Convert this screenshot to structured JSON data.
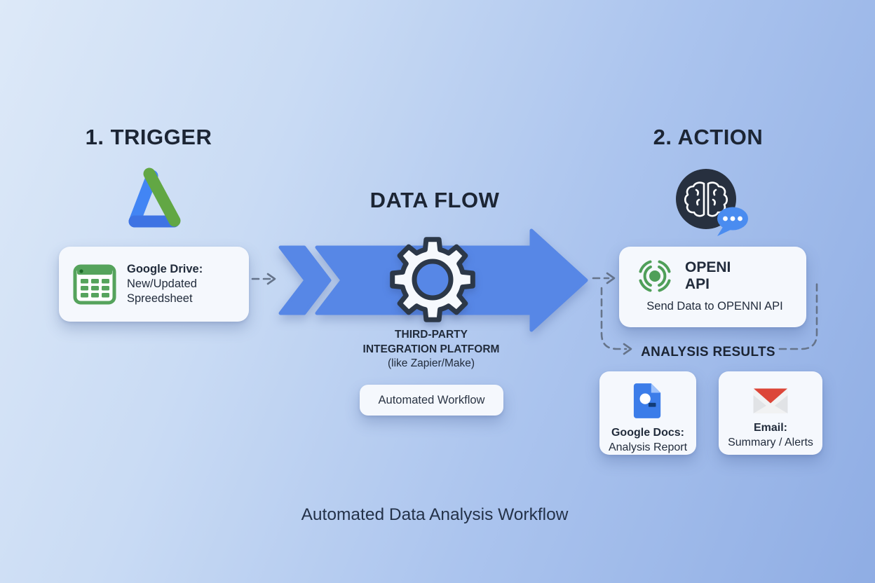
{
  "page": {
    "caption": "Automated Data Analysis Workflow"
  },
  "trigger": {
    "heading": "1. TRIGGER",
    "card": {
      "line1": "Google Drive:",
      "line2": "New/Updated",
      "line3": "Spreedsheet"
    }
  },
  "dataflow": {
    "heading": "DATA FLOW",
    "platform_line1": "THIRD-PARTY",
    "platform_line2": "INTEGRATION PLATFORM",
    "platform_line3": "(like Zapier/Make)",
    "pill_label": "Automated Workflow"
  },
  "action": {
    "heading": "2. ACTION",
    "api_card": {
      "name_line1": "OPENI",
      "name_line2": "API",
      "subtitle": "Send Data to OPENNI API"
    },
    "results_label": "ANALYSIS RESULTS",
    "docs_card": {
      "line1": "Google Docs:",
      "line2": "Analysis Report"
    },
    "email_card": {
      "line1": "Email:",
      "line2": "Summary / Alerts"
    }
  },
  "icons": {
    "drive_triangle": "google-drive-style blue/green triangle",
    "spreadsheet": "green spreadsheet grid",
    "gear": "process gear over flow arrow",
    "brain": "white brain outline in dark circle",
    "chat_bubble": "blue speech bubble with three dots",
    "api_signal": "green broadcast rings with center dot",
    "google_docs": "blue document with folded corner",
    "gmail_envelope": "envelope with red flap"
  },
  "colors": {
    "arrow_blue": "#5787e6",
    "heading_text": "#1c2534",
    "green": "#55a35c",
    "docs_blue": "#3c7de9",
    "gmail_red": "#dc4639",
    "dark_circle": "#27303f",
    "dashed_line": "#66748a",
    "card_bg": "#f5f8fd"
  }
}
